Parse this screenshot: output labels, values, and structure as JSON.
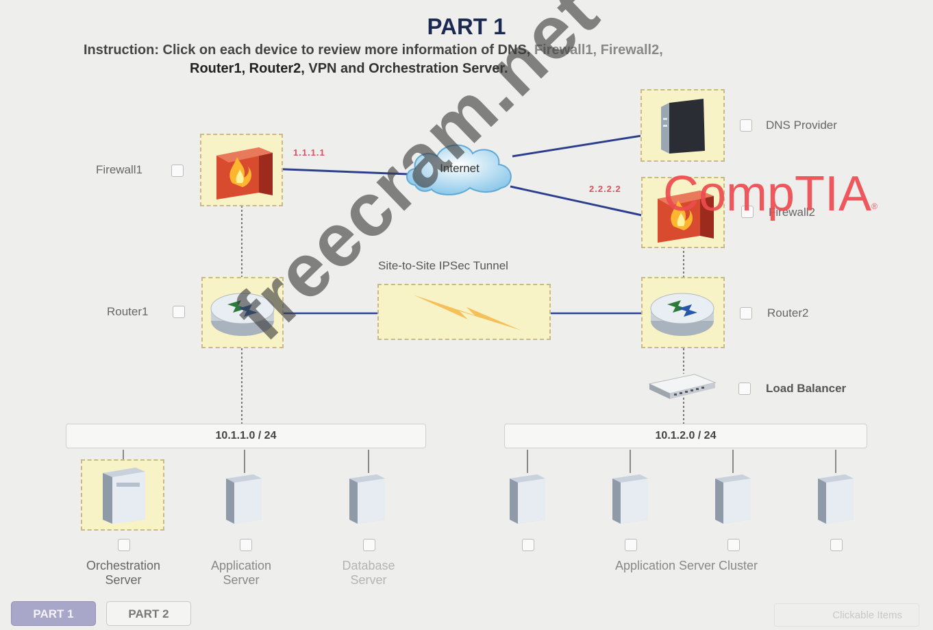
{
  "header": {
    "title": "PART 1",
    "instruction_line1_a": "Instruction: Click on each device to review more information of DNS,",
    "instruction_line1_b": "Firewall1, Firewall2,",
    "instruction_line2_a": "Router1, Router2,",
    "instruction_line2_b": "VPN and Orchestration Server."
  },
  "devices": {
    "firewall1": {
      "label": "Firewall1",
      "ip": "1.1.1.1"
    },
    "firewall2": {
      "label": "Firewall2",
      "ip": "2.2.2.2"
    },
    "dns": {
      "label": "DNS Provider"
    },
    "router1": {
      "label": "Router1"
    },
    "router2": {
      "label": "Router2"
    },
    "load_balancer": {
      "label": "Load Balancer"
    },
    "internet": {
      "label": "Internet"
    },
    "vpn": {
      "label": "Site-to-Site IPSec Tunnel"
    }
  },
  "subnets": {
    "left": "10.1.1.0 / 24",
    "right": "10.1.2.0 / 24"
  },
  "servers": {
    "orchestration": {
      "line1": "Orchestration",
      "line2": "Server"
    },
    "application": {
      "line1": "Application",
      "line2": "Server"
    },
    "database": {
      "line1": "Database",
      "line2": "Server"
    },
    "cluster": {
      "label": "Application Server Cluster"
    }
  },
  "tabs": [
    {
      "label": "PART 1",
      "active": true
    },
    {
      "label": "PART 2",
      "active": false
    }
  ],
  "legend": {
    "clickable_items": "Clickable Items"
  },
  "watermark": "freecram.net",
  "logo": {
    "text": "CompTIA",
    "mark": "®"
  },
  "colors": {
    "title": "#1c2a52",
    "wire": "#2c3f8c",
    "ip_text": "#e0505a",
    "device_highlight": "#f8f3c6",
    "tab_active": "#a8a6c9",
    "logo": "#ee4b50"
  }
}
